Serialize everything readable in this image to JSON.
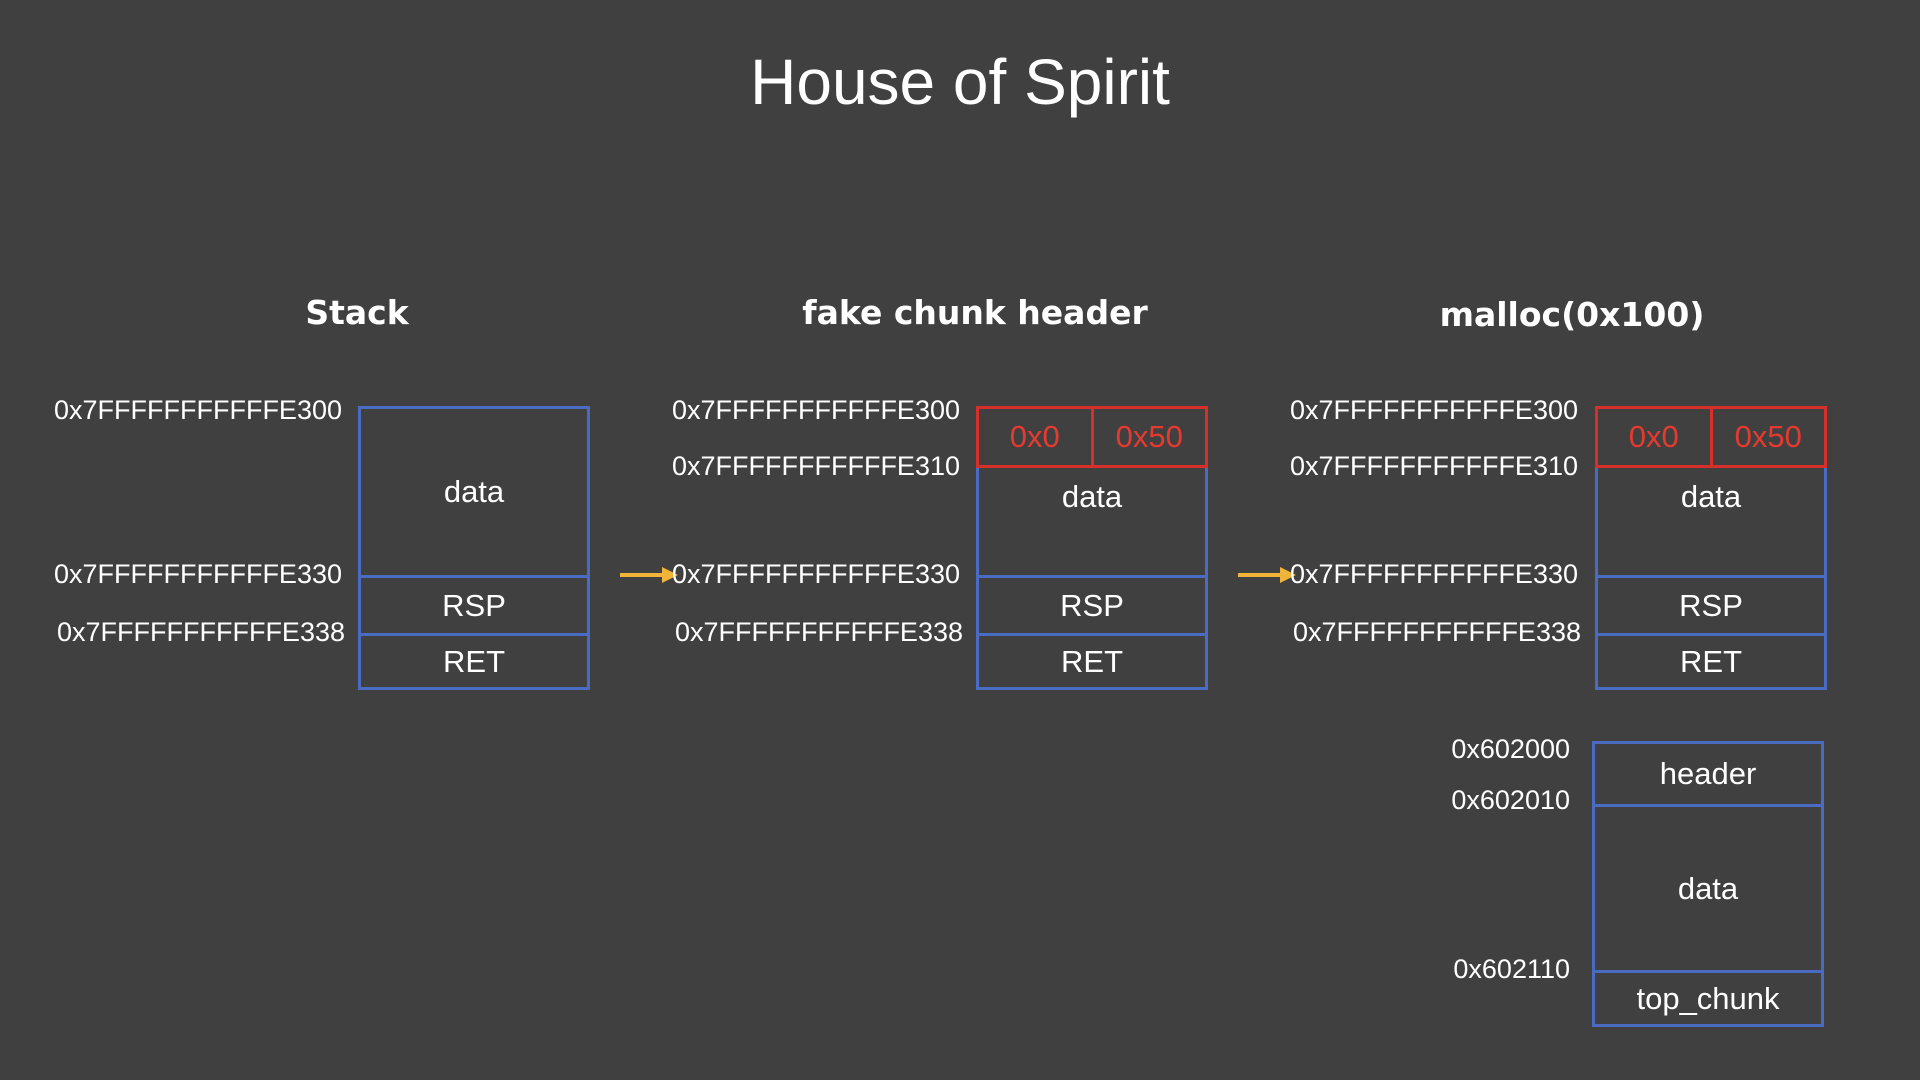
{
  "title": "House of Spirit",
  "colors": {
    "background": "#404040",
    "stack_border": "#4a6bc2",
    "fake_header": "#d72f2a",
    "arrow": "#f0b43a",
    "text": "#ffffff"
  },
  "panels": [
    {
      "title": "Stack",
      "addresses": [
        "0x7FFFFFFFFFFFE300",
        "0x7FFFFFFFFFFFE330",
        "0x7FFFFFFFFFFFE338"
      ],
      "cells": [
        "data",
        "RSP",
        "RET"
      ]
    },
    {
      "title": "fake chunk header",
      "addresses": [
        "0x7FFFFFFFFFFFE300",
        "0x7FFFFFFFFFFFE310",
        "0x7FFFFFFFFFFFE330",
        "0x7FFFFFFFFFFFE338"
      ],
      "fake_header": [
        "0x0",
        "0x50"
      ],
      "cells": [
        "data",
        "RSP",
        "RET"
      ]
    },
    {
      "title": "malloc(0x100)",
      "addresses": [
        "0x7FFFFFFFFFFFE300",
        "0x7FFFFFFFFFFFE310",
        "0x7FFFFFFFFFFFE330",
        "0x7FFFFFFFFFFFE338"
      ],
      "fake_header": [
        "0x0",
        "0x50"
      ],
      "cells": [
        "data",
        "RSP",
        "RET"
      ]
    }
  ],
  "heap": {
    "addresses": [
      "0x602000",
      "0x602010",
      "0x602110"
    ],
    "cells": [
      "header",
      "data",
      "top_chunk"
    ]
  },
  "arrow_icon": "right-arrow-icon"
}
